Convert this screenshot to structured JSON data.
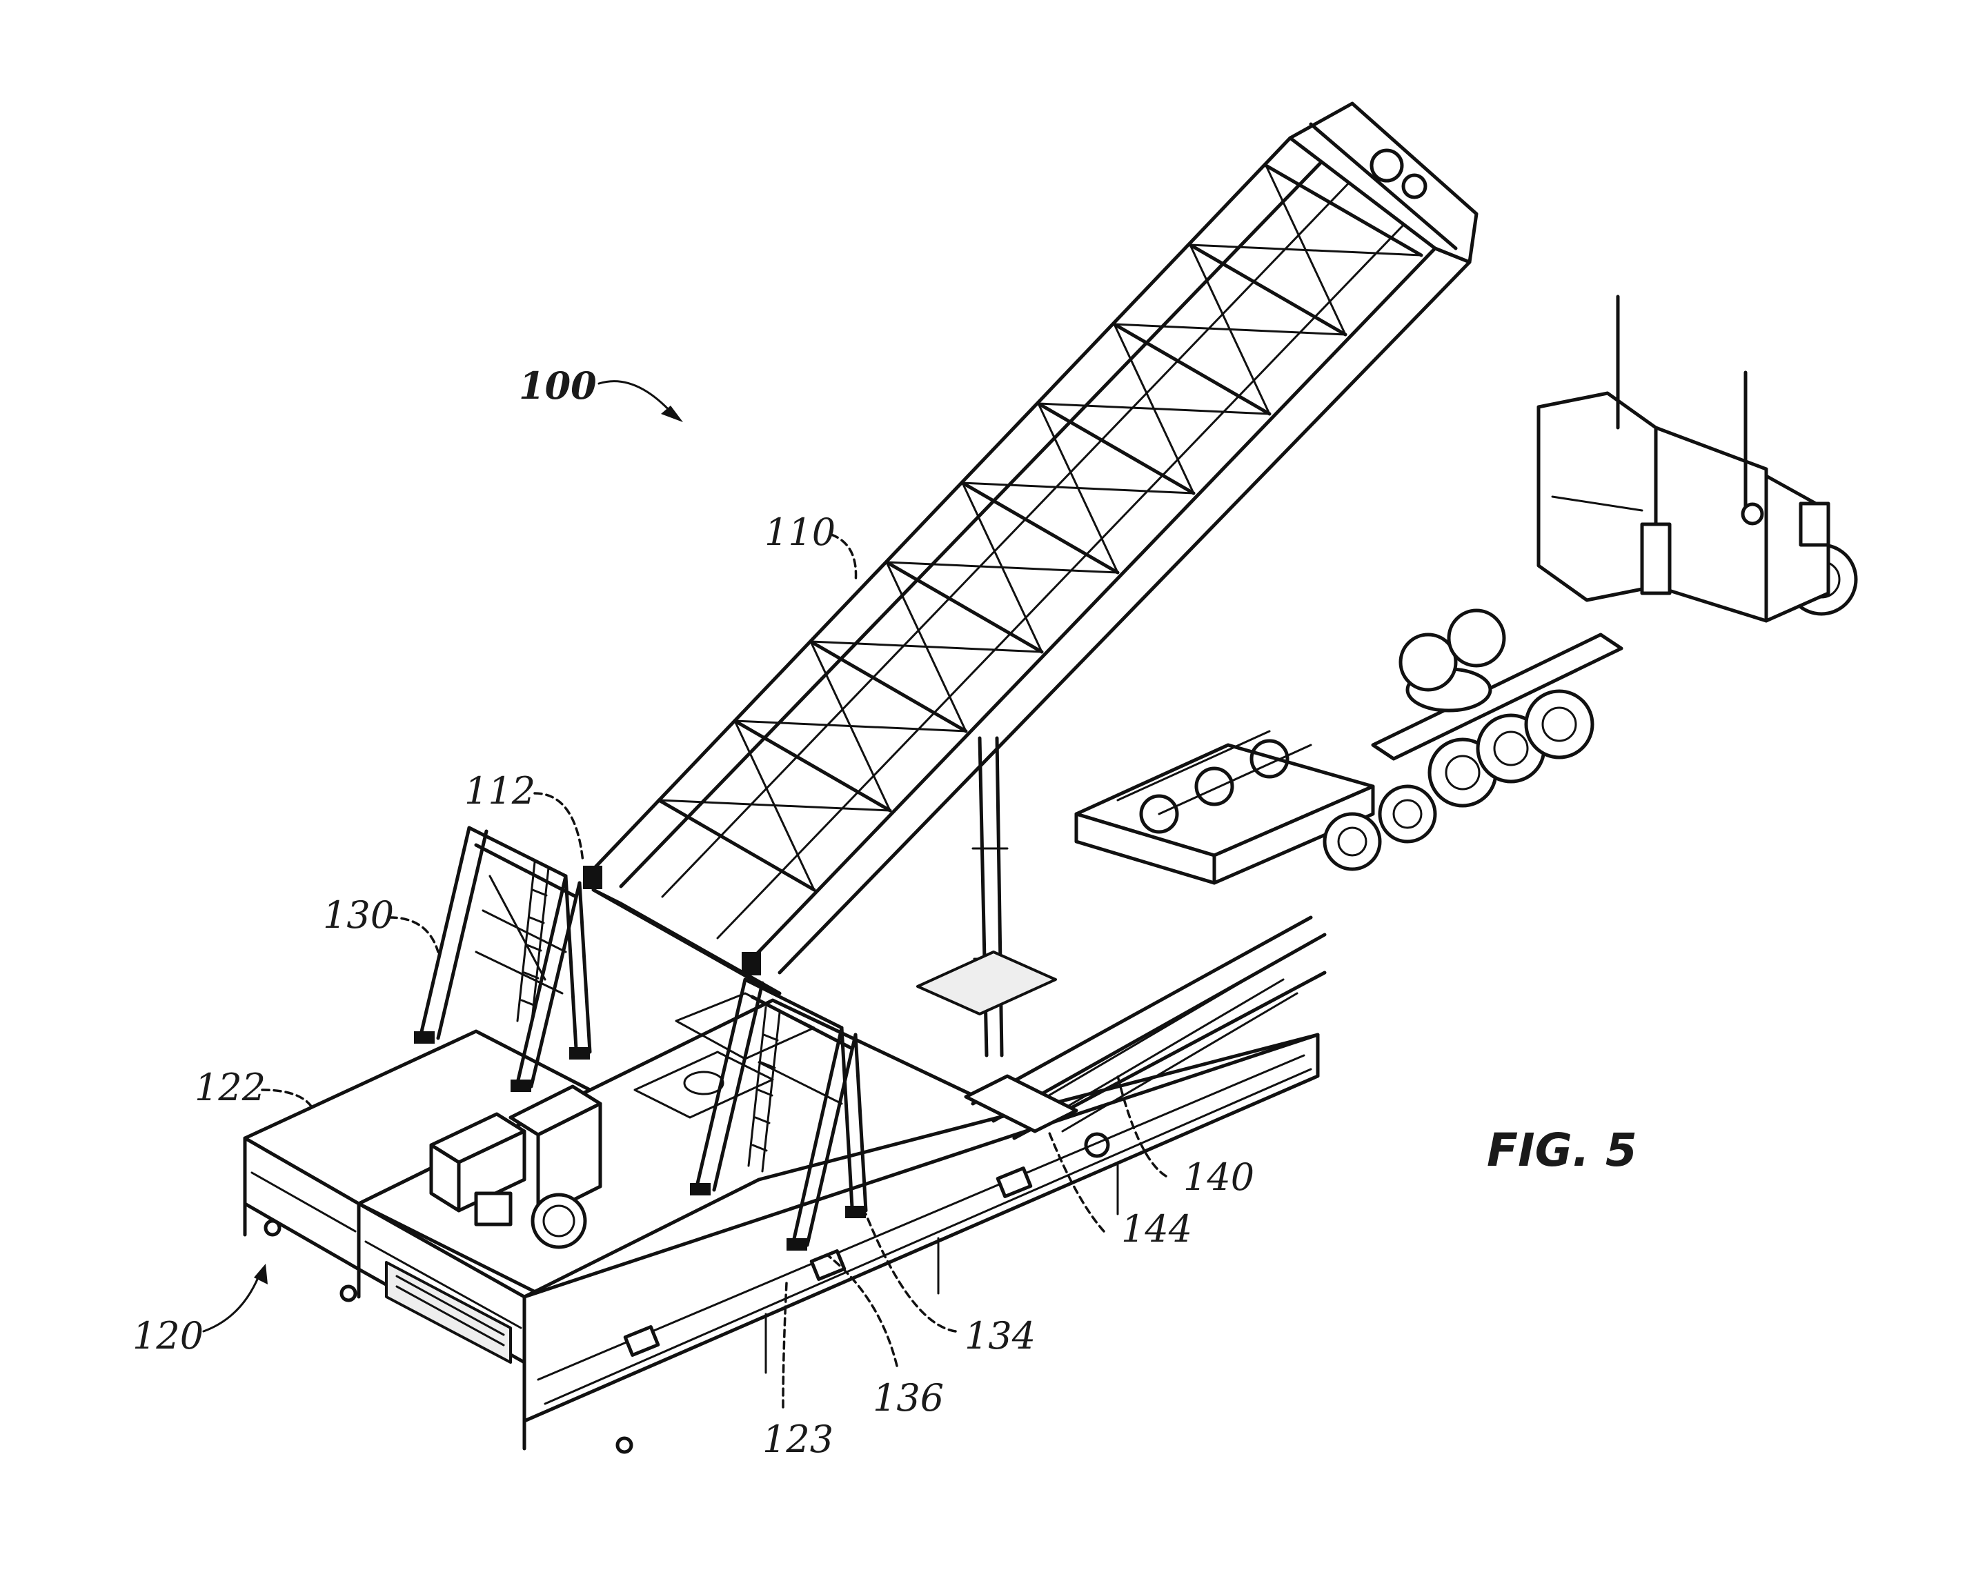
{
  "figure": {
    "caption": "FIG. 5"
  },
  "references": {
    "ref_100": "100",
    "ref_110": "110",
    "ref_112": "112",
    "ref_120": "120",
    "ref_122": "122",
    "ref_123": "123",
    "ref_130": "130",
    "ref_134": "134",
    "ref_136": "136",
    "ref_140": "140",
    "ref_144": "144"
  }
}
